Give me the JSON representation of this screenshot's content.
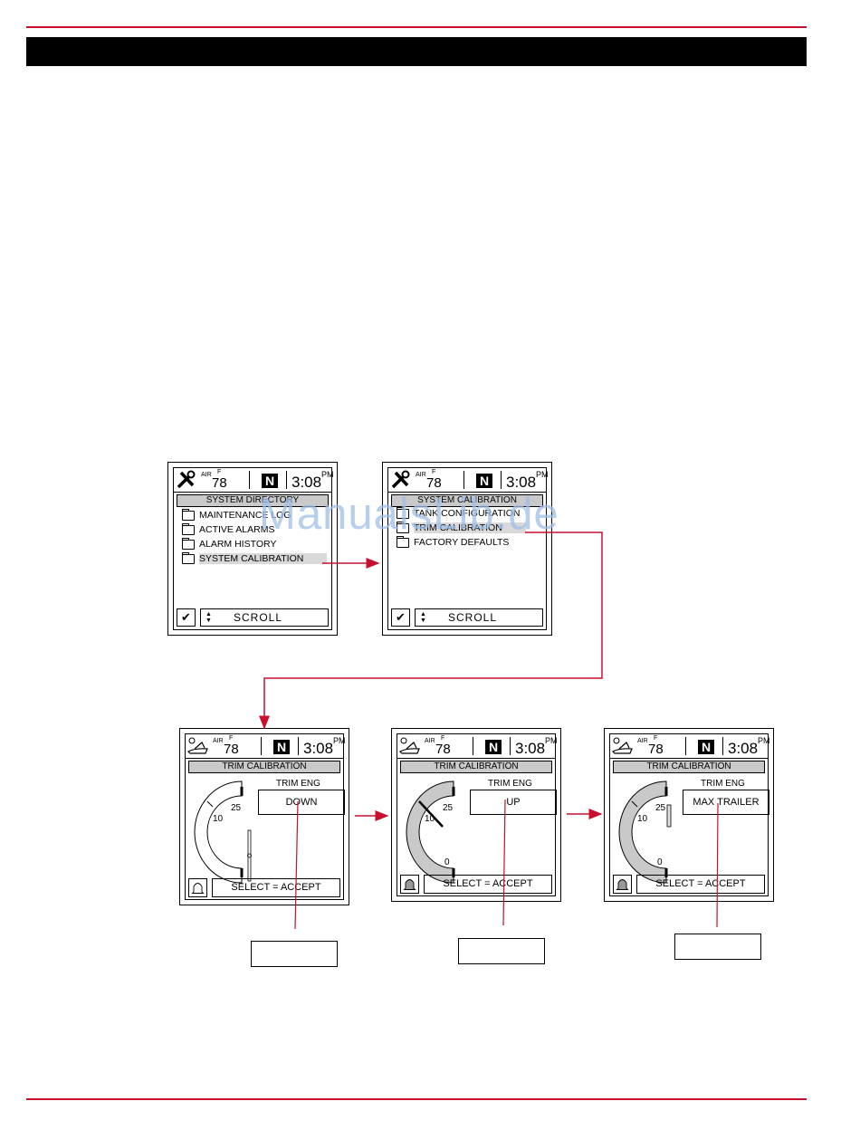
{
  "header": {
    "rule_color": "#c8102e",
    "bar_color": "#000000"
  },
  "watermark": "ManualsLib.de",
  "status": {
    "air_label": "AIR",
    "f_label": "F",
    "temp": "78",
    "gear": "N",
    "time": "3:08",
    "ampm": "PM"
  },
  "screen1": {
    "title": "SYSTEM DIRECTORY",
    "items": [
      "MAINTENANCE LOG",
      "ACTIVE ALARMS",
      "ALARM HISTORY",
      "SYSTEM CALIBRATION"
    ],
    "footer": "SCROLL"
  },
  "screen2": {
    "title": "SYSTEM CALIBRATION",
    "items": [
      "TANK CONFIGURATION",
      "TRIM CALIBRATION",
      "FACTORY DEFAULTS"
    ],
    "footer": "SCROLL"
  },
  "trim_screens": [
    {
      "title": "TRIM CALIBRATION",
      "subtitle": "TRIM ENG",
      "value": "DOWN",
      "footer": "SELECT = ACCEPT",
      "gauge_labels": [
        "10",
        "25"
      ],
      "fill_level": 0.0
    },
    {
      "title": "TRIM CALIBRATION",
      "subtitle": "TRIM ENG",
      "value": "UP",
      "footer": "SELECT = ACCEPT",
      "gauge_labels": [
        "10",
        "25",
        "0"
      ],
      "fill_level": 1.0
    },
    {
      "title": "TRIM CALIBRATION",
      "subtitle": "TRIM ENG",
      "value": "MAX TRAILER",
      "footer": "SELECT = ACCEPT",
      "gauge_labels": [
        "10",
        "25",
        "0"
      ],
      "fill_level": 1.0
    }
  ],
  "arrow_color": "#c8102e"
}
